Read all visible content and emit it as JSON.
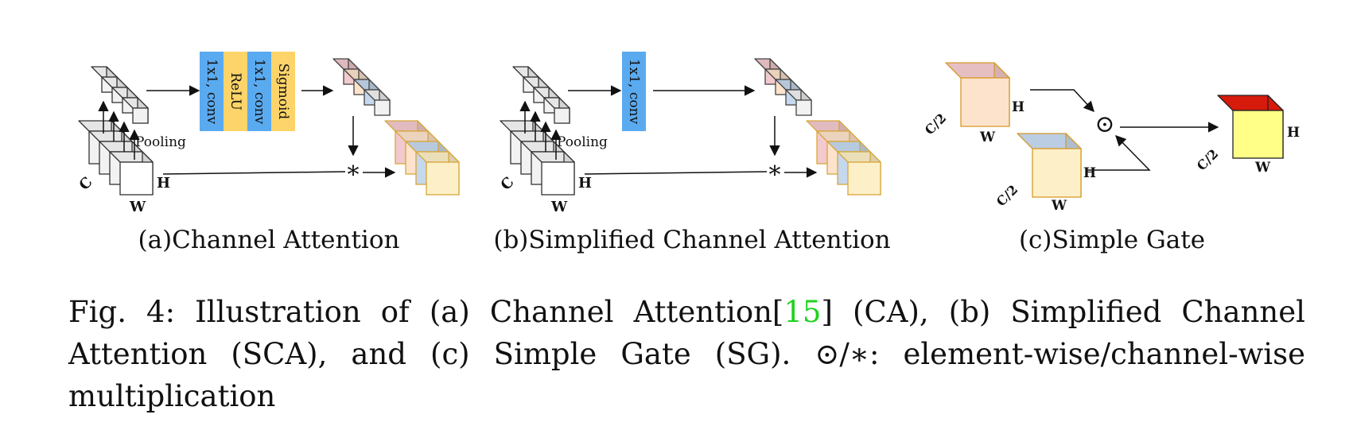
{
  "figure": {
    "labels": {
      "channel": "C",
      "height": "H",
      "width": "W",
      "half_channel": "C/2",
      "pooling": "Pooling",
      "conv": "1x1, conv",
      "relu": "ReLU",
      "sigmoid": "Sigmoid",
      "channel_mult": "*",
      "element_mult": "⊙"
    },
    "subcaptions": {
      "a": "(a)Channel Attention",
      "b": "(b)Simplified Channel Attention",
      "c": "(c)Simple Gate"
    }
  },
  "caption": {
    "prefix": "Fig. 4: Illustration of (a) Channel Attention",
    "ref_open": "[",
    "ref_number": "15",
    "ref_close": "]",
    "rest": " (CA), (b) Simplified Channel Attention (SCA), and (c) Simple Gate (SG). ⊙/∗: element-wise/channel-wise multiplication"
  },
  "colors": {
    "conv_block": "#5aaaf0",
    "act_block": "#fdd469",
    "pink": "#f2c9cd",
    "peach": "#fde3cc",
    "blue": "#c5d8ee",
    "yellow_light": "#fdf0c8",
    "yellow_bright": "#ffff88",
    "red": "#d61a0c",
    "ref_green": "#1fd21f"
  }
}
